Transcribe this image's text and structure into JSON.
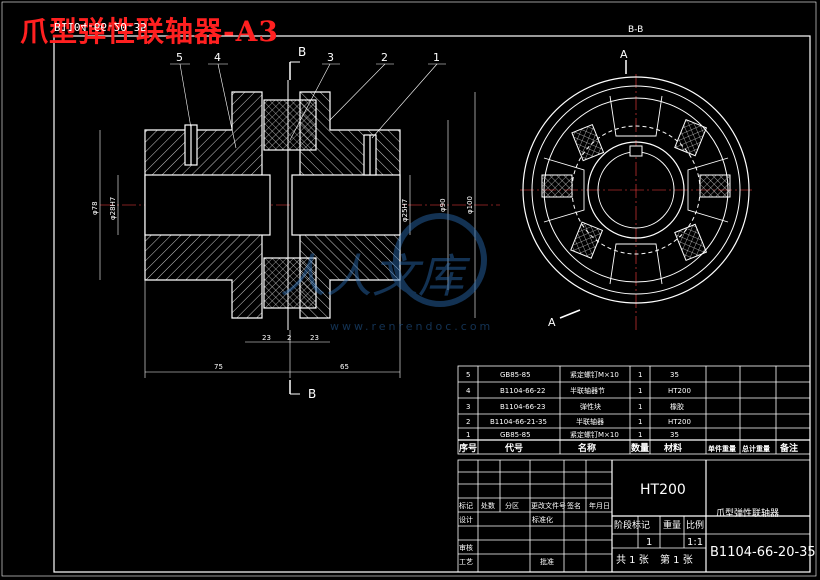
{
  "title": "爪型弹性联轴器-A3",
  "drawing_no_mirrored": "B1104-66-20-35",
  "section_label_bb": "B-B",
  "section_a": "A",
  "section_b": "B",
  "balloons": [
    "5",
    "4",
    "3",
    "2",
    "1"
  ],
  "dims": {
    "d_left_1": "φ78",
    "d_left_2": "φ28H7",
    "d_mid": "φ25H7",
    "d_right_1": "φ90",
    "d_right_2": "φ100",
    "w1": "23",
    "w2": "2",
    "w3": "23",
    "len_left": "75",
    "len_right": "65"
  },
  "watermark": {
    "text": "人人文库",
    "url": "www.renrendoc.com"
  },
  "bom": {
    "rows": [
      {
        "no": "5",
        "code": "GB85-85",
        "name": "紧定螺钉M×10",
        "qty": "1",
        "mat": "35"
      },
      {
        "no": "4",
        "code": "B1104-66-22",
        "name": "半联轴器节",
        "qty": "1",
        "mat": "HT200"
      },
      {
        "no": "3",
        "code": "B1104-66-23",
        "name": "弹性块",
        "qty": "1",
        "mat": "橡胶"
      },
      {
        "no": "2",
        "code": "B1104-66-21-35",
        "name": "半联轴器",
        "qty": "1",
        "mat": "HT200"
      },
      {
        "no": "1",
        "code": "GB85-85",
        "name": "紧定螺钉M×10",
        "qty": "1",
        "mat": "35"
      }
    ],
    "header": {
      "no": "序号",
      "code": "代号",
      "name": "名称",
      "qty": "数量",
      "mat": "材料",
      "unit_w": "单件重量",
      "total_w": "总计重量",
      "note": "备注"
    }
  },
  "titleblock": {
    "material": "HT200",
    "part_name": "爪型弹性联轴器",
    "drawing_no": "B1104-66-20-35",
    "mark": "标记",
    "count": "处数",
    "zone": "分区",
    "change_doc": "更改文件号",
    "sign": "签名",
    "date": "年月日",
    "design": "设计",
    "standard": "标准化",
    "check": "审核",
    "process": "工艺",
    "approve": "批准",
    "stage": "阶段标记",
    "weight": "重量",
    "scale": "比例",
    "scale_val": "1:1",
    "qty_val": "1",
    "total_sheets": "共 1 张",
    "sheet": "第 1 张"
  }
}
